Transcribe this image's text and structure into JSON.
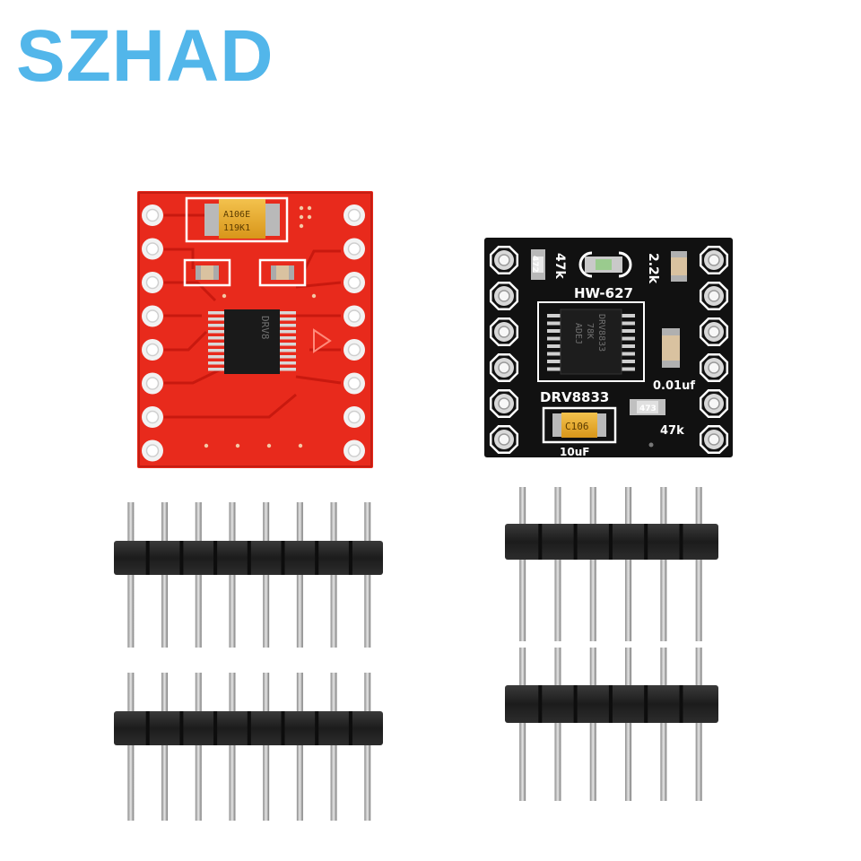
{
  "brand": {
    "text": "SZHAD",
    "color": "#52b6ea"
  },
  "red_board": {
    "color": "#e82a1c",
    "capacitor_code": "A106E",
    "capacitor_lot": "119K1",
    "chip_marking": "DRV8",
    "pins_per_side": 8
  },
  "black_board": {
    "color": "#111111",
    "model": "HW-627",
    "chip_name": "DRV8833",
    "chip_lines": [
      "DRV8833",
      "78K",
      "ADEJ"
    ],
    "label_47k_top": "47k",
    "label_2_2k": "2.2k",
    "label_0_01uf": "0.01uf",
    "label_47k_bottom": "47k",
    "label_10uf": "10uF",
    "cap_code": "C106",
    "resistor_472": "472",
    "resistor_473": "473",
    "pins_per_side": 6
  },
  "headers": [
    {
      "name": "header-8pin-a",
      "pins": 8
    },
    {
      "name": "header-8pin-b",
      "pins": 8
    },
    {
      "name": "header-6pin-a",
      "pins": 6
    },
    {
      "name": "header-6pin-b",
      "pins": 6
    }
  ]
}
